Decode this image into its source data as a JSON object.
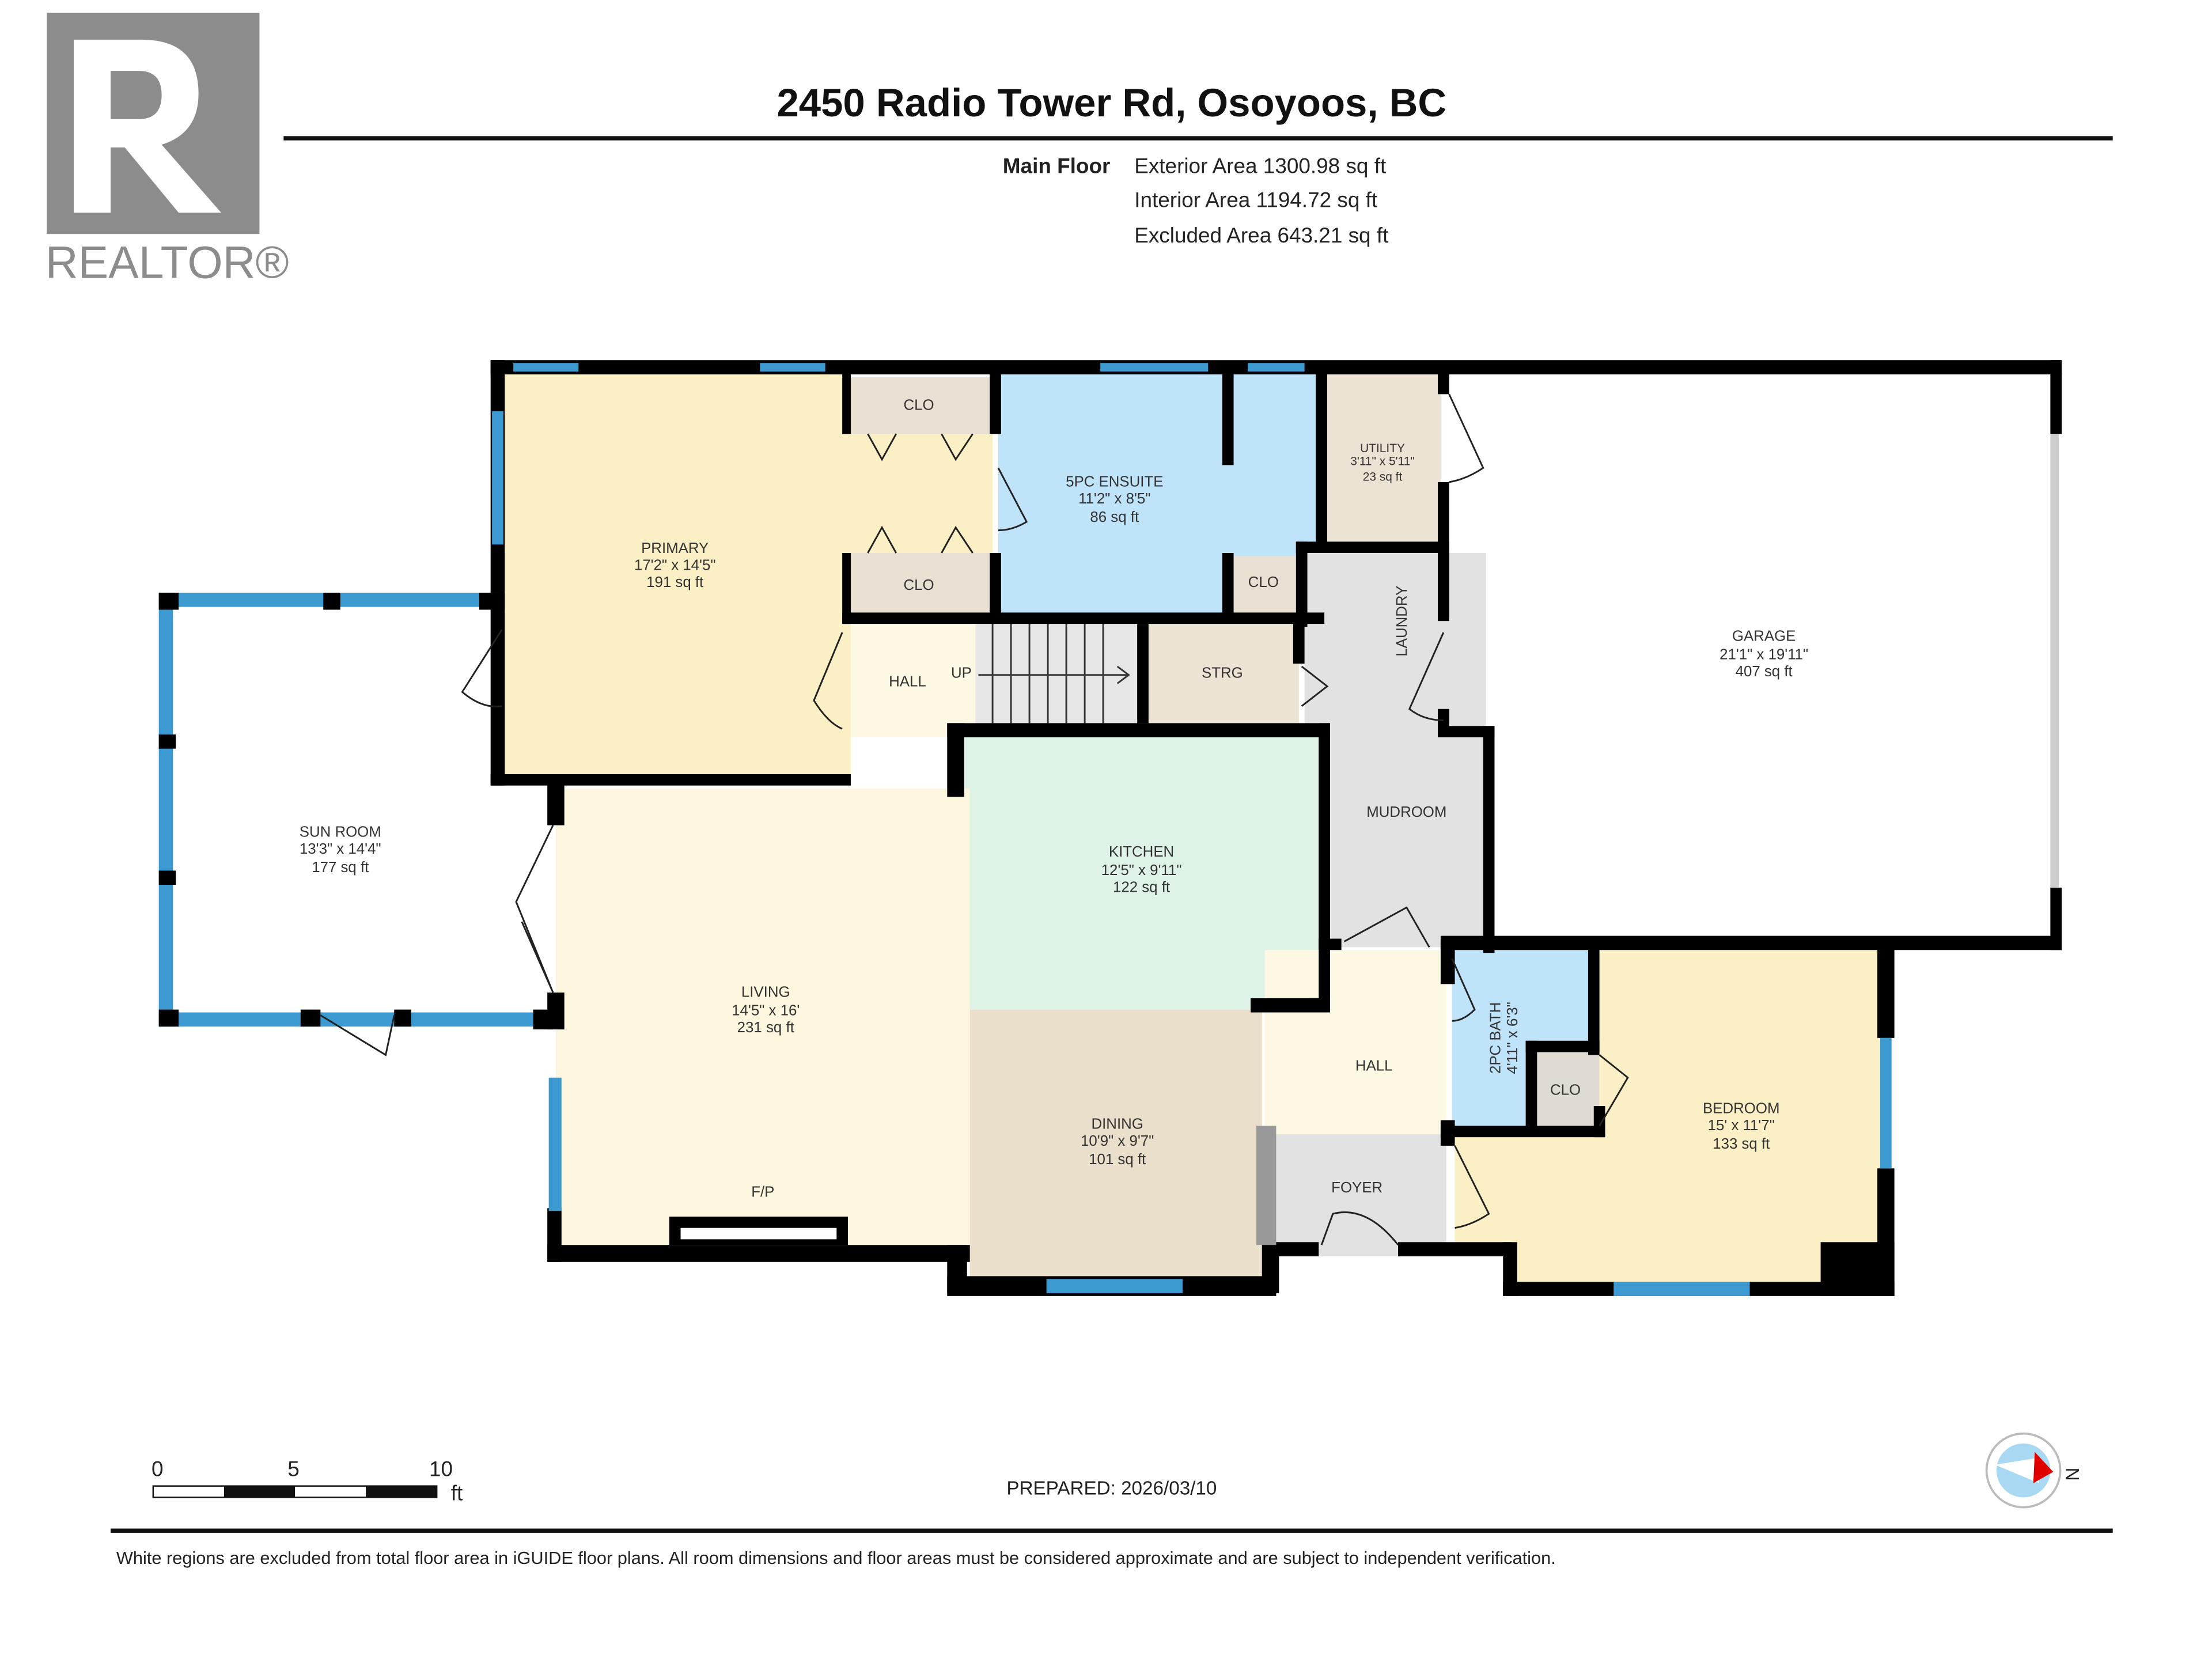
{
  "header": {
    "logo_text": "REALTOR®",
    "title": "2450 Radio Tower Rd, Osoyoos, BC",
    "floor_label": "Main Floor",
    "exterior_area": "Exterior Area 1300.98 sq ft",
    "interior_area": "Interior Area 1194.72 sq ft",
    "excluded_area": "Excluded Area 643.21 sq ft"
  },
  "rooms": {
    "primary": {
      "name": "PRIMARY",
      "dims": "17'2\" x 14'5\"",
      "area": "191 sq ft"
    },
    "clo_top": {
      "name": "CLO"
    },
    "clo_lower": {
      "name": "CLO"
    },
    "ensuite": {
      "name": "5PC ENSUITE",
      "dims": "11'2\" x 8'5\"",
      "area": "86 sq ft"
    },
    "ensuite_clo": {
      "name": "CLO"
    },
    "utility": {
      "name": "UTILITY",
      "dims": "3'11\" x 5'11\"",
      "area": "23 sq ft"
    },
    "garage": {
      "name": "GARAGE",
      "dims": "21'1\" x 19'11\"",
      "area": "407 sq ft"
    },
    "laundry": {
      "name": "LAUNDRY"
    },
    "mudroom": {
      "name": "MUDROOM"
    },
    "hall_top": {
      "name": "HALL"
    },
    "stairs": {
      "name": "UP"
    },
    "strg": {
      "name": "STRG"
    },
    "sun_room": {
      "name": "SUN ROOM",
      "dims": "13'3\" x 14'4\"",
      "area": "177 sq ft"
    },
    "kitchen": {
      "name": "KITCHEN",
      "dims": "12'5\" x 9'11\"",
      "area": "122 sq ft"
    },
    "living": {
      "name": "LIVING",
      "dims": "14'5\" x 16'",
      "area": "231 sq ft",
      "fireplace": "F/P"
    },
    "dining": {
      "name": "DINING",
      "dims": "10'9\" x 9'7\"",
      "area": "101 sq ft"
    },
    "hall_right": {
      "name": "HALL"
    },
    "foyer": {
      "name": "FOYER"
    },
    "bath2": {
      "name": "2PC BATH",
      "dims": "4'11\" x 6'3\""
    },
    "bedroom_clo": {
      "name": "CLO"
    },
    "bedroom": {
      "name": "BEDROOM",
      "dims": "15' x 11'7\"",
      "area": "133 sq ft"
    }
  },
  "colors": {
    "primary": "#fbefc6",
    "bath": "#bfe3f8",
    "closet": "#e8e0d2",
    "utility_room": "#ebe3d3",
    "mudroom": "#e2e2e2",
    "hall": "#fdf8e4",
    "kitchen": "#dff2e6",
    "living": "#fdf6de",
    "dining": "#e9dfcb",
    "window": "#3d9ad1",
    "compass_needle": "#e00000"
  },
  "scale": {
    "ticks": [
      "0",
      "5",
      "10"
    ],
    "unit": "ft"
  },
  "prepared": "PREPARED: 2026/03/10",
  "compass": {
    "label": "N"
  },
  "footer": {
    "disclaimer": "White regions are excluded from total floor area in iGUIDE floor plans. All room dimensions and floor areas must be considered approximate and are subject to independent verification."
  }
}
